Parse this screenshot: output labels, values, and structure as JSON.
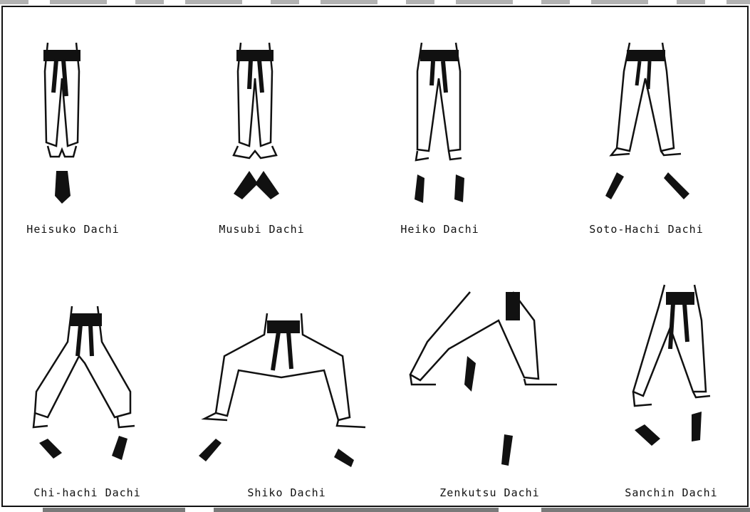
{
  "stances": [
    {
      "label": "Heisuko Dachi"
    },
    {
      "label": "Musubi Dachi"
    },
    {
      "label": "Heiko Dachi"
    },
    {
      "label": "Soto-Hachi Dachi"
    },
    {
      "label": "Chi-hachi Dachi"
    },
    {
      "label": "Shiko Dachi"
    },
    {
      "label": "Zenkutsu Dachi"
    },
    {
      "label": "Sanchin Dachi"
    }
  ]
}
